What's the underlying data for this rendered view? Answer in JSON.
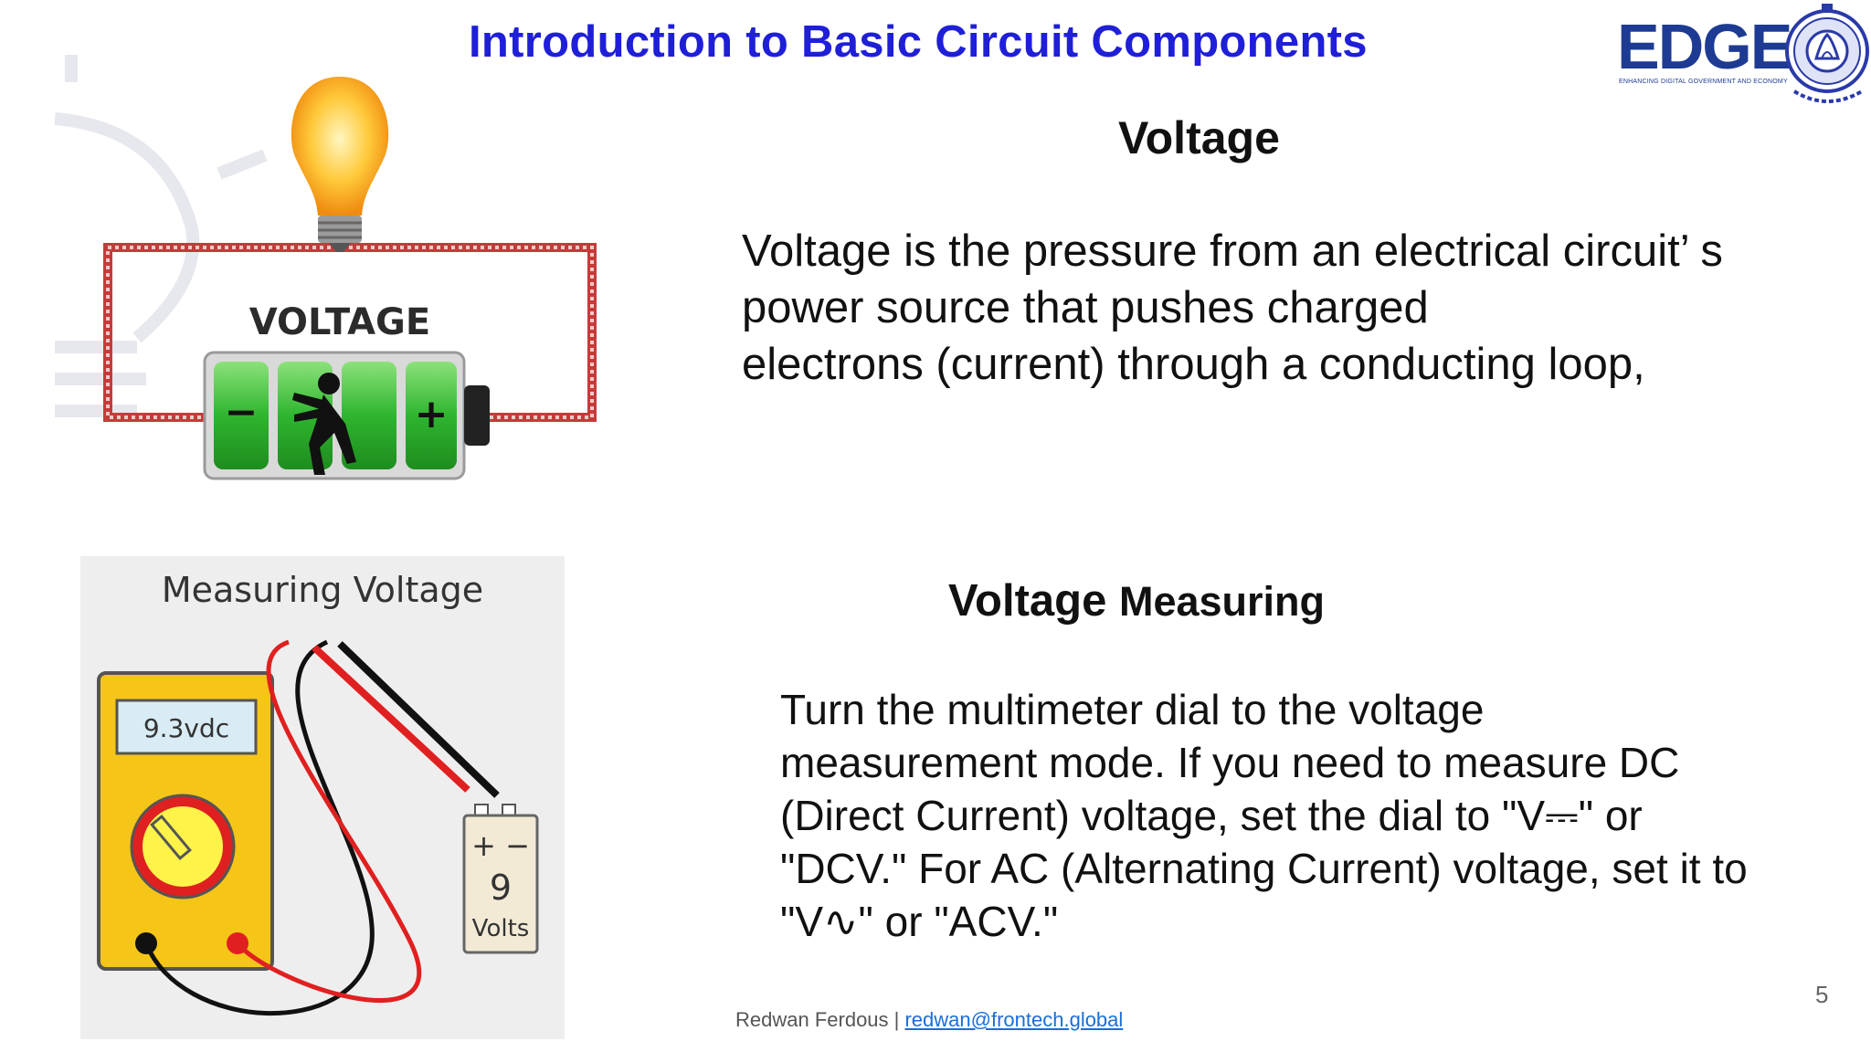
{
  "slide": {
    "title": "Introduction  to Basic Circuit Components",
    "page_number": "5"
  },
  "logos": {
    "edge_word": "EDGE",
    "edge_tagline": "ENHANCING DIGITAL GOVERNMENT AND ECONOMY"
  },
  "voltage_section": {
    "heading": "Voltage",
    "lines": [
      "Voltage is the pressure from an electrical circuit’ s",
      "power source that pushes charged",
      "electrons (current) through a conducting loop,"
    ],
    "illustration": {
      "label": "VOLTAGE",
      "minus": "−",
      "plus": "+"
    }
  },
  "measuring_section": {
    "heading_main": "Voltage",
    "heading_small": "Measuring",
    "lines": [
      "Turn the multimeter dial to the voltage",
      "measurement mode. If you need to measure DC",
      "(Direct Current) voltage, set the dial to \"V⎓\" or",
      "\"DCV.\" For AC (Alternating Current) voltage, set it to",
      "\"V∿\" or \"ACV.\""
    ],
    "illustration": {
      "title": "Measuring Voltage",
      "display": "9.3vdc",
      "battery_terminals": "+ −",
      "battery_value": "9",
      "battery_unit": "Volts"
    }
  },
  "footer": {
    "author": "Redwan Ferdous | ",
    "email": "redwan@frontech.global"
  },
  "colors": {
    "title": "#1f1fd8",
    "edge_logo": "#1e3b93",
    "battery_green": "#3cb83c",
    "meter_yellow": "#f5c518",
    "lead_red": "#e02020"
  }
}
